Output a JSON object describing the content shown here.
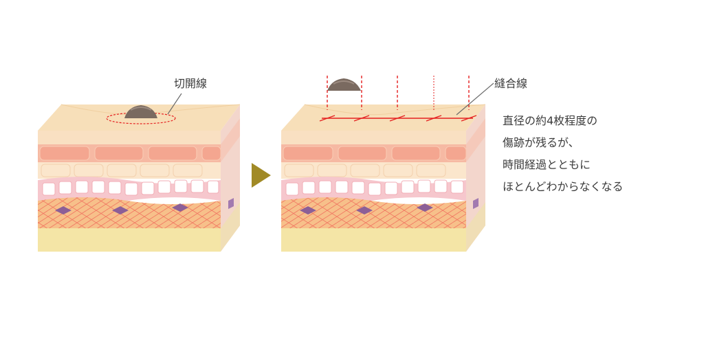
{
  "labels": {
    "incision_line": "切開線",
    "suture_line": "縫合線"
  },
  "description": [
    "直径の約4枚程度の",
    "傷跡が残るが、",
    "時間経過とともに",
    "ほとんどわからなくなる"
  ],
  "colors": {
    "surface": "#f7dfb9",
    "epidermis_band": "#f4a690",
    "dermis_band": "#f9e4c8",
    "basal_cells": "#f6c7cd",
    "connective": "#f7c08a",
    "fiber_lines": "#ee5a52",
    "fibroblast": "#8c5f97",
    "fat_layer": "#f4e5a6",
    "mole": "#7a6a60",
    "incision_red": "#e52020",
    "arrow": "#a18a26",
    "text": "#3b3b3b"
  },
  "icons": {
    "arrow": "triangle-right-icon"
  }
}
